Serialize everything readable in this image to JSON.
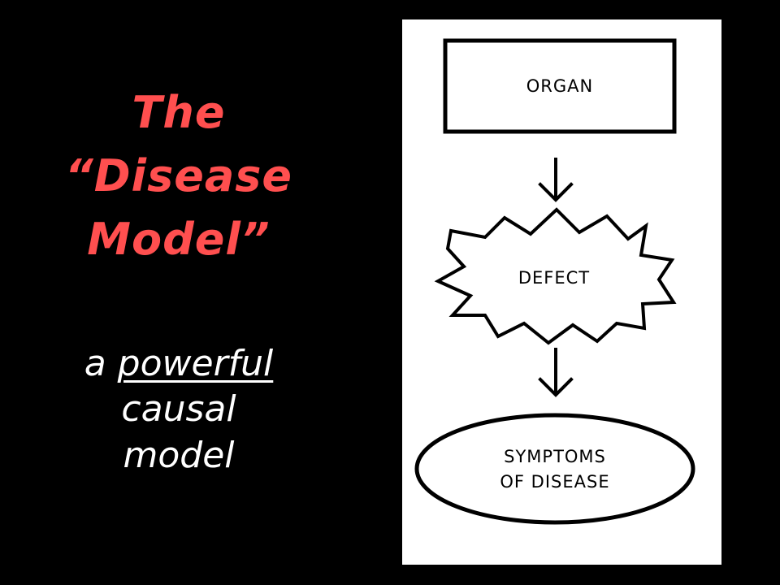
{
  "title": {
    "line1": "The",
    "line2": "“Disease",
    "line3": "Model”"
  },
  "subtitle": {
    "prefix": "a ",
    "emphasis": "powerful",
    "line2": "causal",
    "line3": "model"
  },
  "diagram": {
    "nodes": {
      "organ": "ORGAN",
      "defect": "DEFECT",
      "symptoms_line1": "SYMPTOMS",
      "symptoms_line2": "OF DISEASE"
    }
  },
  "colors": {
    "background": "#000000",
    "title": "#ff4f4f",
    "subtitle": "#ffffff",
    "panel": "#ffffff",
    "ink": "#000000"
  }
}
